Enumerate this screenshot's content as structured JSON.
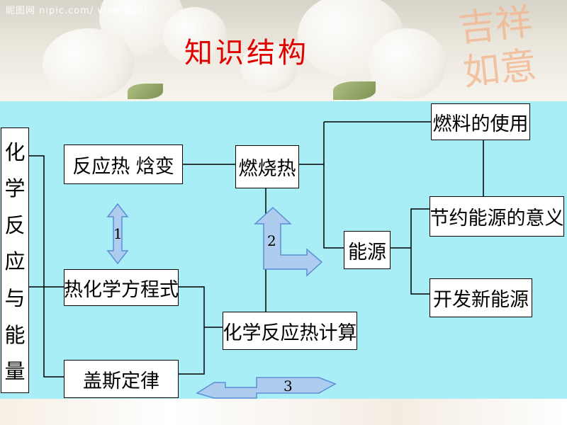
{
  "watermark": "昵图网 nipic.com/ view-cool",
  "title": "知识结构",
  "decoration_text": "吉祥如意",
  "nodes": {
    "left": [
      "化",
      "学",
      "反",
      "应",
      "与",
      "能",
      "量"
    ],
    "reaction_heat": "反应热 焓变",
    "combustion_heat": "燃烧热",
    "energy": "能源",
    "fuel_use": "燃料的使用",
    "energy_saving": "节约能源的意义",
    "new_energy": "开发新能源",
    "thermo_equation": "热化学方程式",
    "hess_law": "盖斯定律",
    "calc": "化学反应热计算"
  },
  "arrow_labels": [
    "1",
    "2",
    "3"
  ],
  "colors": {
    "panel": "#a9eef6",
    "arrow_fill": "#aeccee",
    "arrow_stroke": "#5b8fd6",
    "title": "#e00000"
  }
}
